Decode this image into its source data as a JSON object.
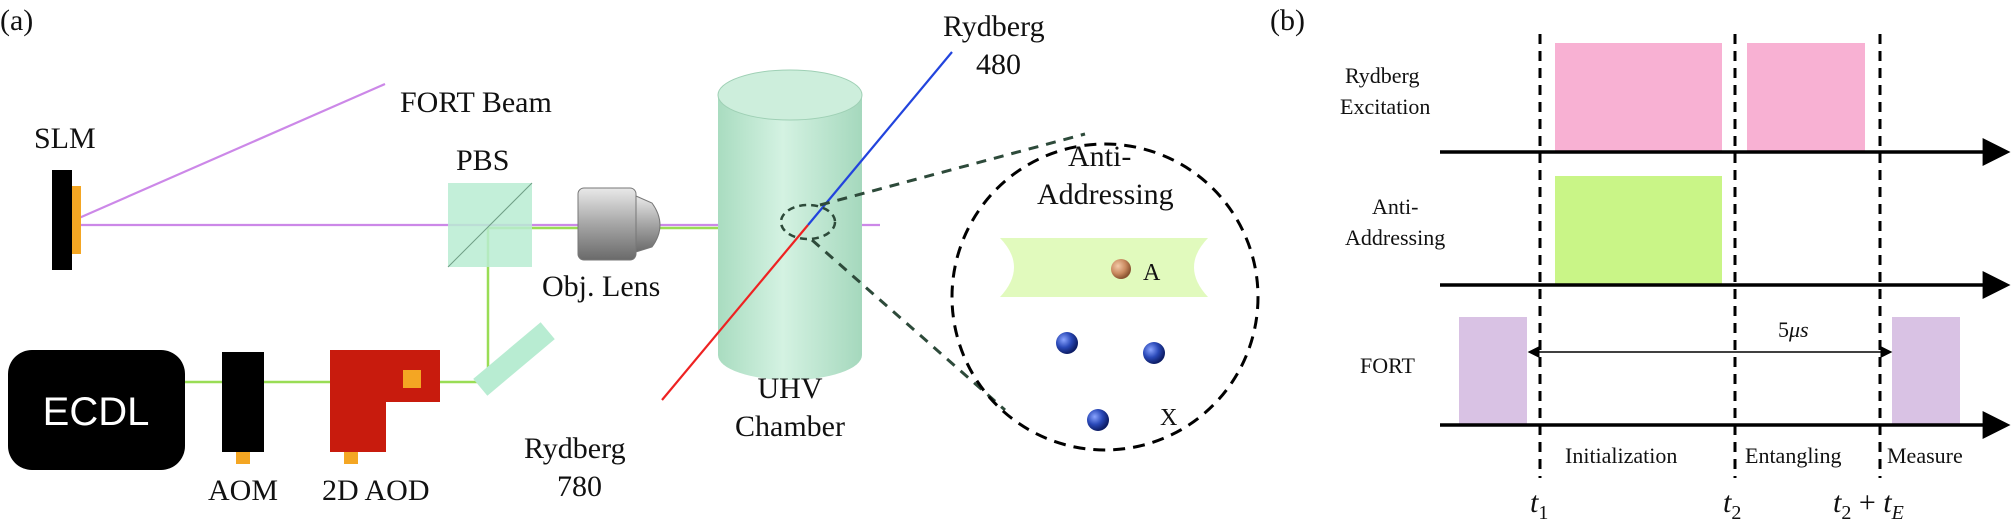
{
  "panel_a": {
    "label": "(a)",
    "slm": "SLM",
    "fort_beam": "FORT Beam",
    "pbs": "PBS",
    "obj_lens": "Obj. Lens",
    "ecdl": "ECDL",
    "aom": "AOM",
    "aod": "2D AOD",
    "uhv_line1": "UHV",
    "uhv_line2": "Chamber",
    "rydberg480_line1": "Rydberg",
    "rydberg480_line2": "480",
    "rydberg780_line1": "Rydberg",
    "rydberg780_line2": "780",
    "anti_line1": "Anti-",
    "anti_line2": "Addressing",
    "atom_a": "A",
    "atom_x": "X"
  },
  "panel_b": {
    "label": "(b)",
    "row1_line1": "Rydberg",
    "row1_line2": "Excitation",
    "row2_line1": "Anti-",
    "row2_line2": "Addressing",
    "row3": "FORT",
    "duration": "5",
    "duration_unit": "μs",
    "phase1": "Initialization",
    "phase2": "Entangling",
    "phase3": "Measure",
    "t1_sym": "t",
    "t1_sub": "1",
    "t2_sym": "t",
    "t2_sub": "2",
    "t3_sym": "t",
    "t3_sub": "2",
    "t3_plus": " + ",
    "t3_sym2": "t",
    "t3_sub2": "E"
  },
  "colors": {
    "fort": "#cc88e8",
    "green_beam": "#99dd55",
    "blue_beam": "#2244dd",
    "red_beam": "#ee2222",
    "slm_orange": "#f4a623",
    "aod_red": "#c81b0d",
    "chamber": "#c8ecd8",
    "pbs": "#b8ecd2",
    "rydberg_pulse": "#f8b1d3",
    "anti_pulse": "#c9f587",
    "fort_pulse": "#d9c2e4",
    "atom_blue": "#2a49b8",
    "atom_orange": "#c9895f"
  }
}
